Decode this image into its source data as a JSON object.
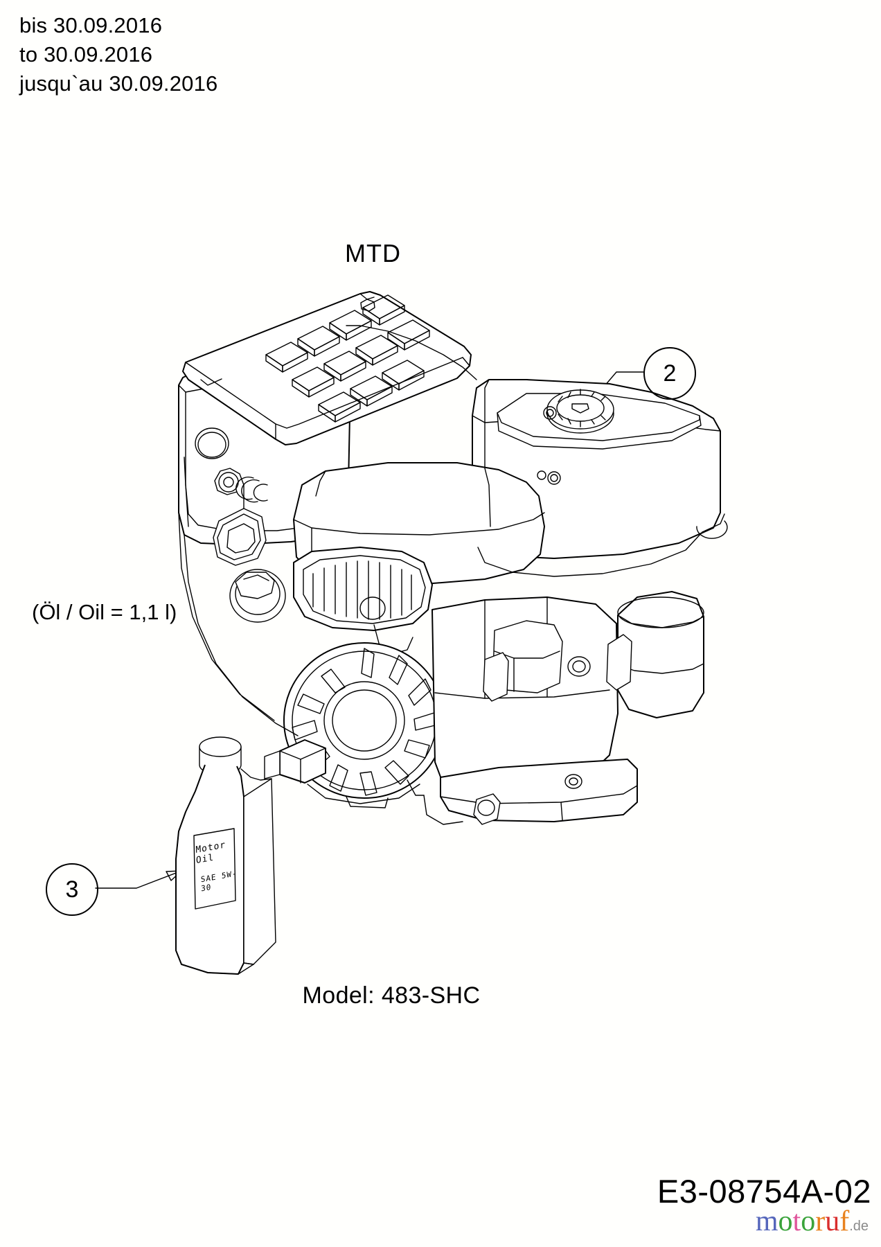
{
  "document": {
    "validity": {
      "de": "bis 30.09.2016",
      "en": "to 30.09.2016",
      "fr": "jusqu`au 30.09.2016"
    },
    "brand": "MTD",
    "oil_capacity_note": "(Öl / Oil = 1,1 l)",
    "model_label": "Model: 483-SHC",
    "part_number": "E3-08754A-02"
  },
  "callouts": [
    {
      "number": "2",
      "target": "engine-assembly"
    },
    {
      "number": "3",
      "target": "oil-bottle"
    }
  ],
  "oil_bottle": {
    "label_line1": "Motor Oil",
    "label_line2": "SAE 5W-30"
  },
  "watermark": {
    "letters": [
      {
        "char": "m",
        "color": "#5566bb"
      },
      {
        "char": "o",
        "color": "#3aa33a"
      },
      {
        "char": "t",
        "color": "#e0559a"
      },
      {
        "char": "o",
        "color": "#3aa33a"
      },
      {
        "char": "r",
        "color": "#e8821e"
      },
      {
        "char": "u",
        "color": "#d92d2d"
      },
      {
        "char": "f",
        "color": "#e8821e"
      }
    ],
    "suffix": ".de"
  },
  "colors": {
    "ink": "#000000",
    "paper": "#fffffd"
  }
}
